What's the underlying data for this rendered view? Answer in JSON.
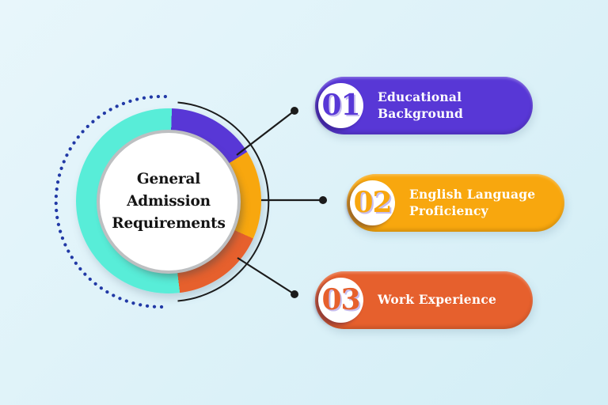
{
  "palette": {
    "bg-top": "#E8F6FB",
    "bg-bottom": "#D3EEF6",
    "teal": "#58EDD8",
    "purple": "#5837D6",
    "orange": "#F8A70E",
    "red-orange": "#E6602D",
    "dot-navy": "#2139A6",
    "line-black": "#1B1B1B",
    "ring-gray": "#BDBFC1",
    "number-shadow": "#C6BCEE",
    "title-ink": "#141414",
    "pill-text": "#FFFFFF"
  },
  "donut": {
    "rotate": 2,
    "center_title_lines": [
      "General",
      "Admission",
      "Requirements"
    ],
    "segments": [
      {
        "label": "Educational Background",
        "color": "#5837D6",
        "sweep": 56
      },
      {
        "label": "English Language Proficiency",
        "color": "#F8A70E",
        "sweep": 56
      },
      {
        "label": "Work Experience",
        "color": "#E6602D",
        "sweep": 59
      },
      {
        "label": "base",
        "color": "#58EDD8",
        "sweep": 189
      }
    ]
  },
  "items": [
    {
      "number": "01",
      "label": "Educational Background",
      "color": "#5837D6"
    },
    {
      "number": "02",
      "label": "English Language Proficiency",
      "color": "#F8A70E"
    },
    {
      "number": "03",
      "label": "Work Experience",
      "color": "#E6602D"
    }
  ]
}
